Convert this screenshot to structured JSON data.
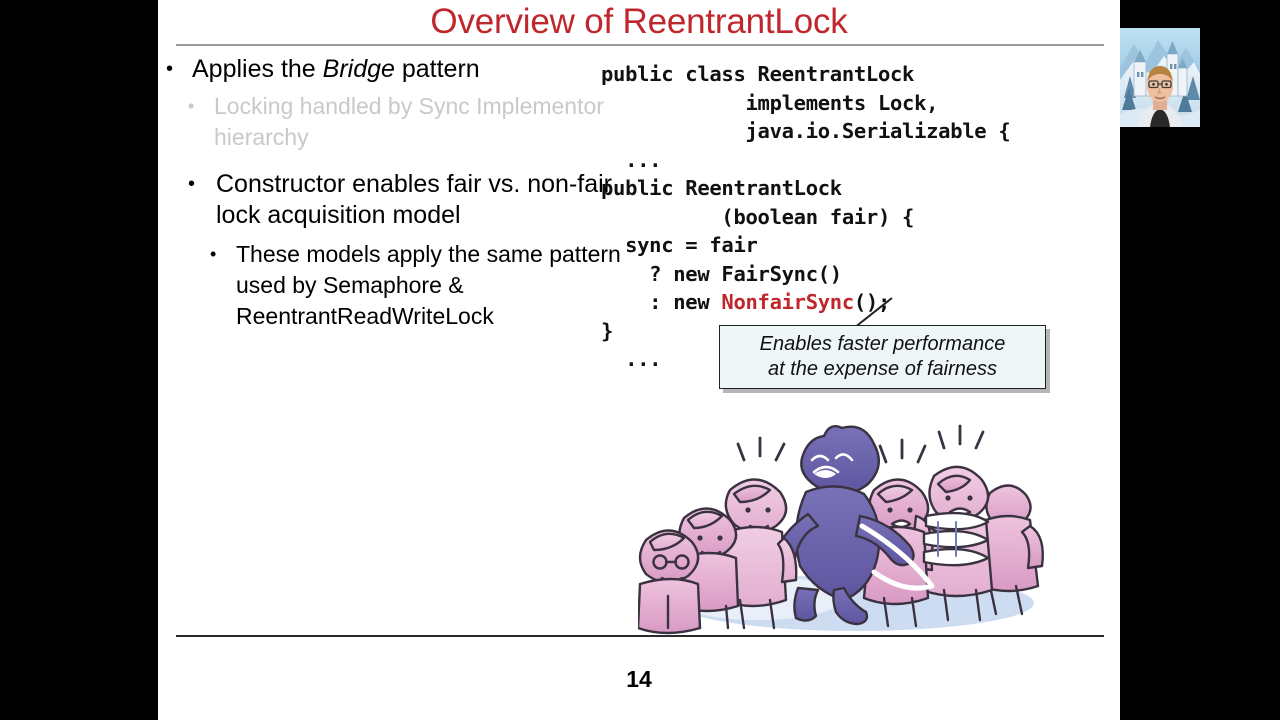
{
  "slide": {
    "title": "Overview of ReentrantLock",
    "page_number": "14",
    "accent_color": "#c0272d",
    "background": "#ffffff",
    "letterbox_color": "#000000"
  },
  "bullets": [
    {
      "level": 1,
      "marker": "•",
      "text": "Applies the ",
      "italic": "Bridge",
      "text_after": " pattern",
      "color": "#000000"
    },
    {
      "level": 2,
      "marker": "•",
      "text": "Locking handled by Sync Implementor hierarchy",
      "color": "#c9c9c9"
    },
    {
      "level": 1,
      "marker": "•",
      "text": "Constructor enables fair vs. non-fair lock acquisition model",
      "color": "#000000"
    },
    {
      "level": 2,
      "marker": "•",
      "text": "These models apply the same pattern used by Semaphore & ReentrantReadWriteLock",
      "color": "#000000"
    }
  ],
  "code": {
    "language": "java",
    "highlight_color": "#c0272d",
    "lines": [
      [
        {
          "t": "public class ReentrantLock",
          "c": "plain"
        }
      ],
      [
        {
          "t": "            implements Lock,",
          "c": "plain"
        }
      ],
      [
        {
          "t": "            java.io.Serializable {",
          "c": "plain"
        }
      ],
      [
        {
          "t": "  ...",
          "c": "plain"
        }
      ],
      [
        {
          "t": "public ReentrantLock",
          "c": "plain"
        }
      ],
      [
        {
          "t": "          (boolean fair) {",
          "c": "plain"
        }
      ],
      [
        {
          "t": "  sync = fair",
          "c": "plain"
        }
      ],
      [
        {
          "t": "    ? new FairSync()",
          "c": "plain"
        }
      ],
      [
        {
          "t": "    : new ",
          "c": "plain"
        },
        {
          "t": "NonfairSync",
          "c": "red"
        },
        {
          "t": "();",
          "c": "plain"
        }
      ],
      [
        {
          "t": "}",
          "c": "plain"
        }
      ],
      [
        {
          "t": "  ...",
          "c": "plain"
        }
      ]
    ]
  },
  "callout": {
    "line1": "Enables faster performance",
    "line2": "at the expense of fairness",
    "fill_color": "#eff6f8",
    "border_color": "#222222"
  },
  "illustration": {
    "name": "line-cutting-cartoon",
    "description": "A purple figure cutting ahead of a queue of pink cartoon people",
    "queue_color": "#e0a8cc",
    "cutter_color": "#6b63ab",
    "ground_shadow_color": "#c2d4ee"
  },
  "webcam": {
    "name": "presenter-webcam",
    "description": "Presenter in front of a snowy castle background"
  }
}
